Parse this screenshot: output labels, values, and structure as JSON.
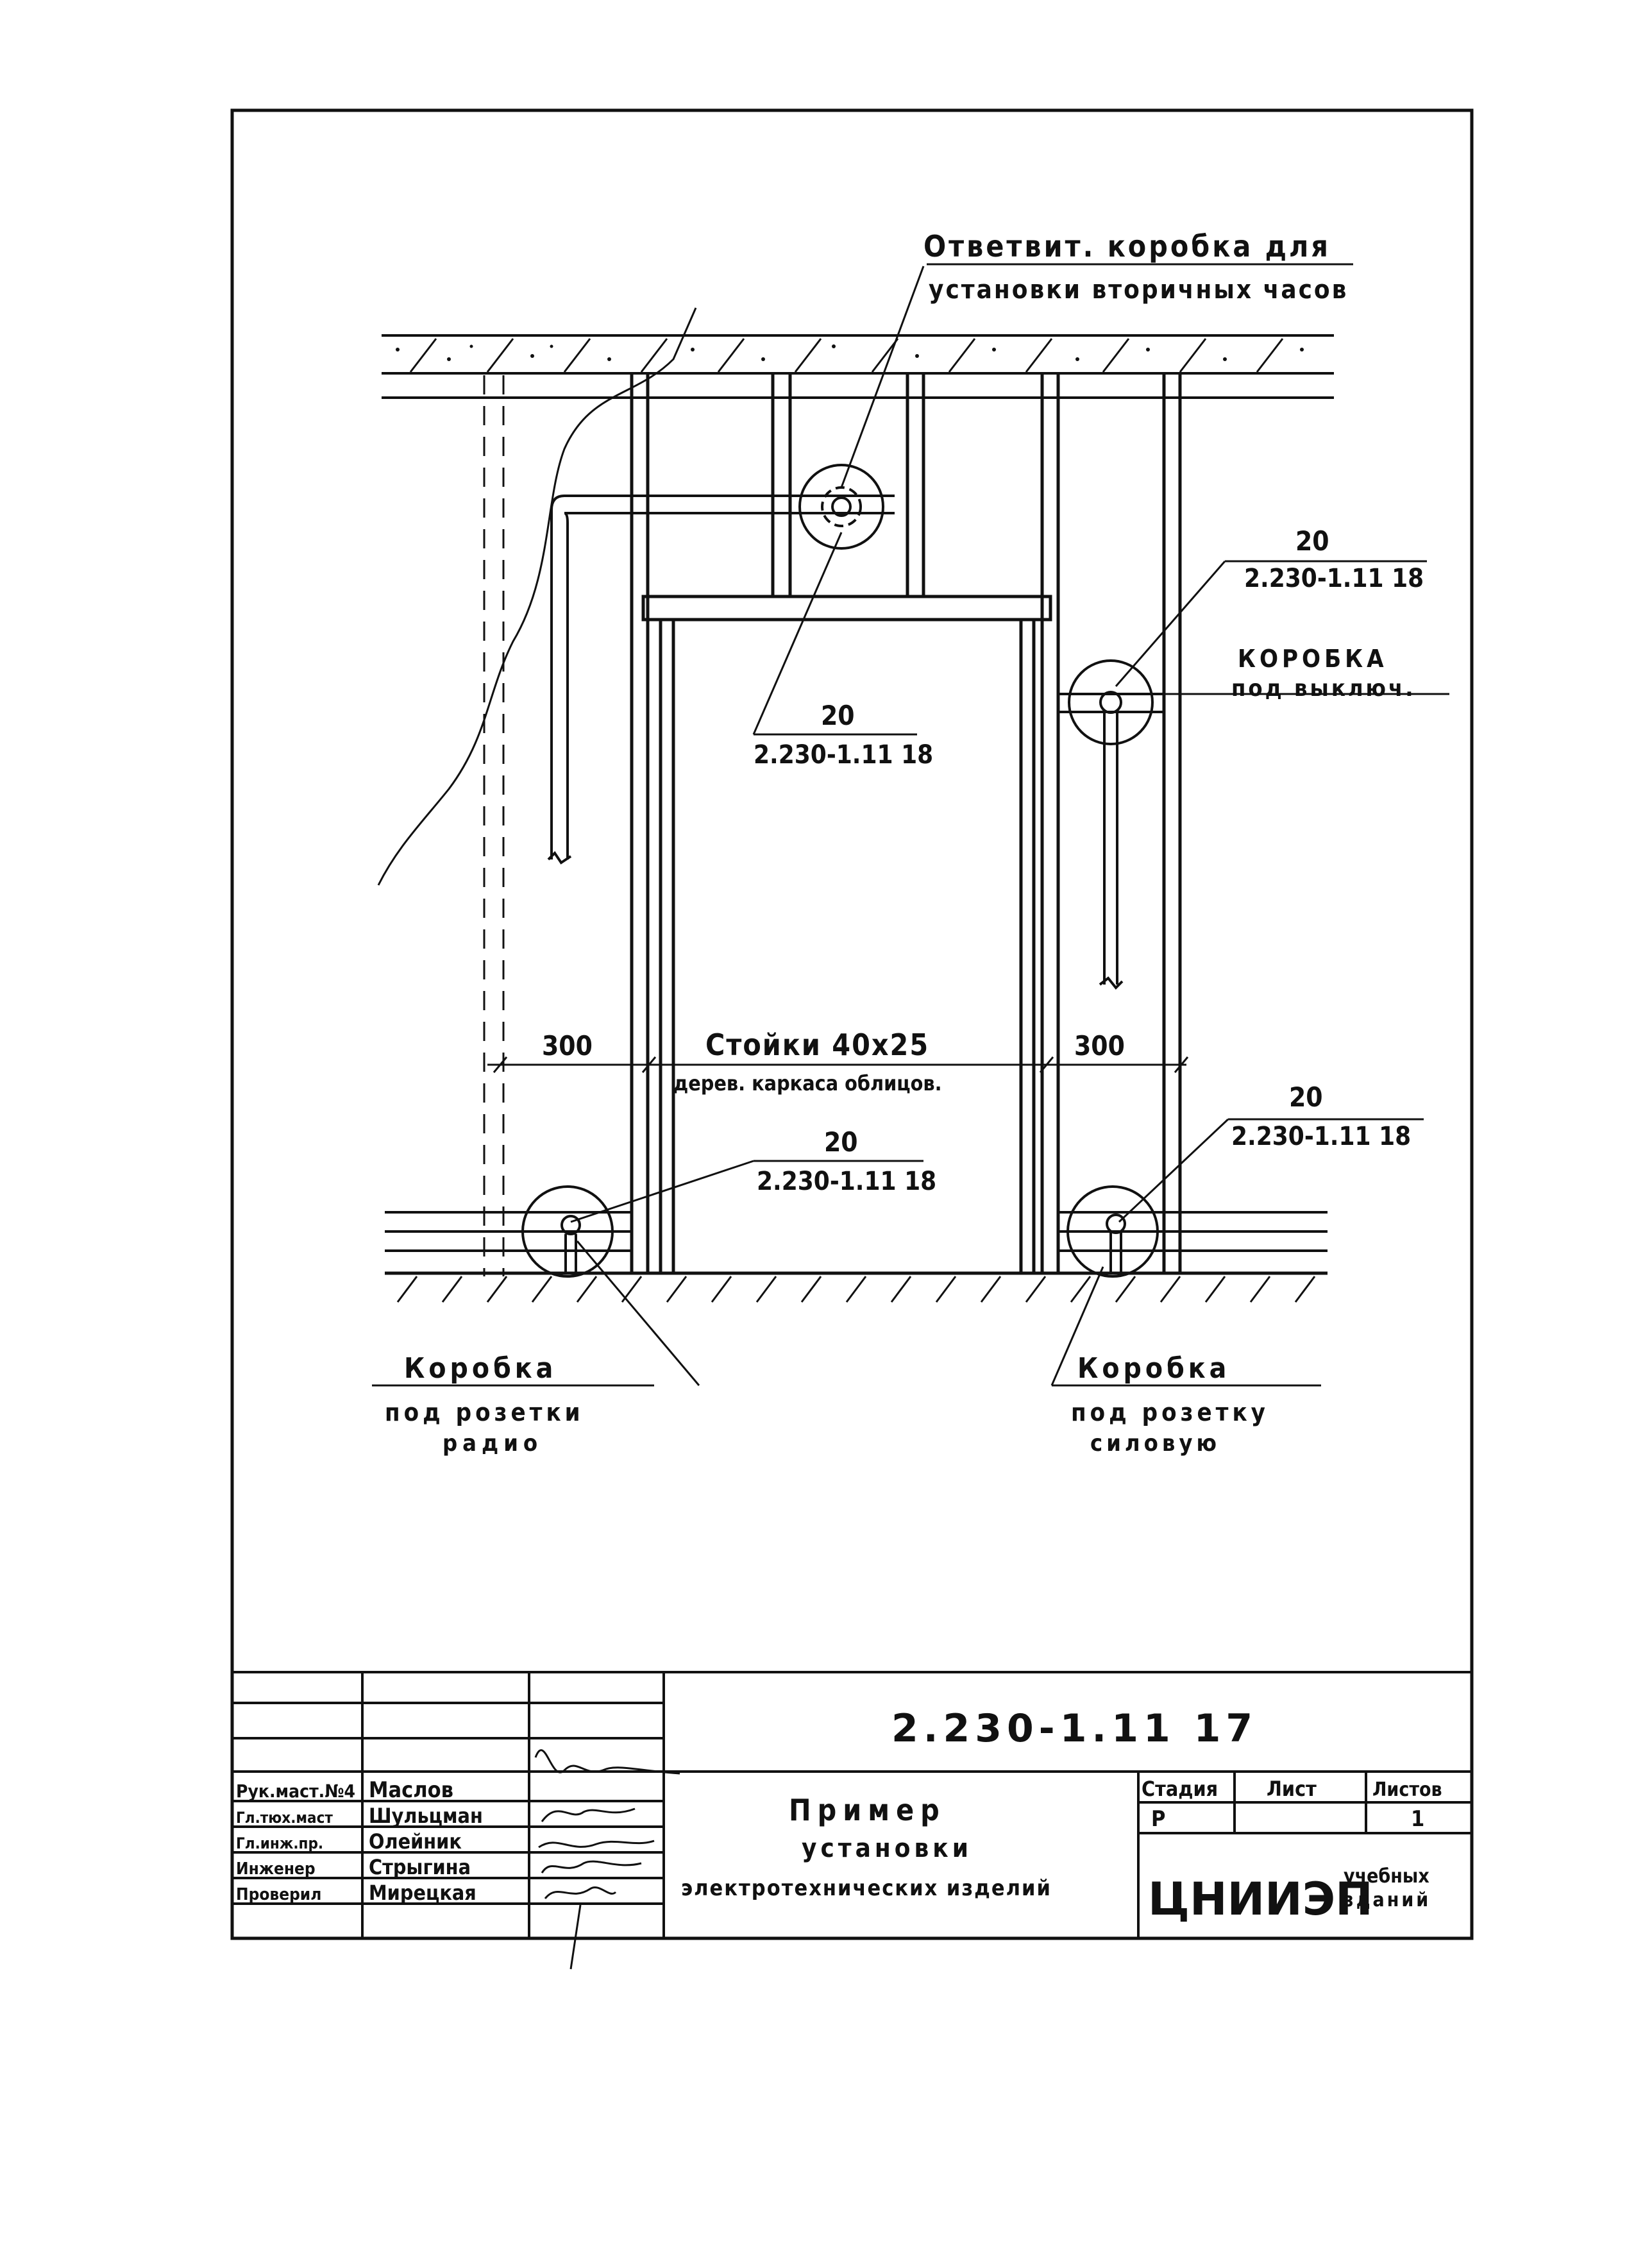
{
  "drawing": {
    "label_top": "Ответвит. коробка для",
    "label_top2": "установки вторичных часов",
    "ref_num": "20",
    "ref_doc": "2.230-1.11 18",
    "label_switch": "КОРОБКА",
    "label_switch2": "под выключ.",
    "dim_left": "300",
    "dim_right": "300",
    "studs": "Стойки 40х25",
    "studs2": "дерев. каркаса облицов.",
    "label_radio": "Коробка",
    "label_radio2": "под розетки",
    "label_radio3": "радио",
    "label_power": "Коробка",
    "label_power2": "под розетку",
    "label_power3": "силовую"
  },
  "title_block": {
    "doc_number": "2.230-1.11 17",
    "title1": "Пример",
    "title2": "установки",
    "title3": "электротехнических изделий",
    "stage_head": "Стадия",
    "sheet_head": "Лист",
    "sheets_head": "Листов",
    "stage": "Р",
    "sheets": "1",
    "org": "ЦНИИЭП",
    "org2": "учебных",
    "org3": "зданий",
    "roles": [
      "Рук.маст.№4",
      "Гл.тюх.маст",
      "Гл.инж.пр.",
      "Инженер",
      "Проверил"
    ],
    "names": [
      "Маслов",
      "Шульцман",
      "Олейник",
      "Стрыгина",
      "Мирецкая"
    ]
  }
}
